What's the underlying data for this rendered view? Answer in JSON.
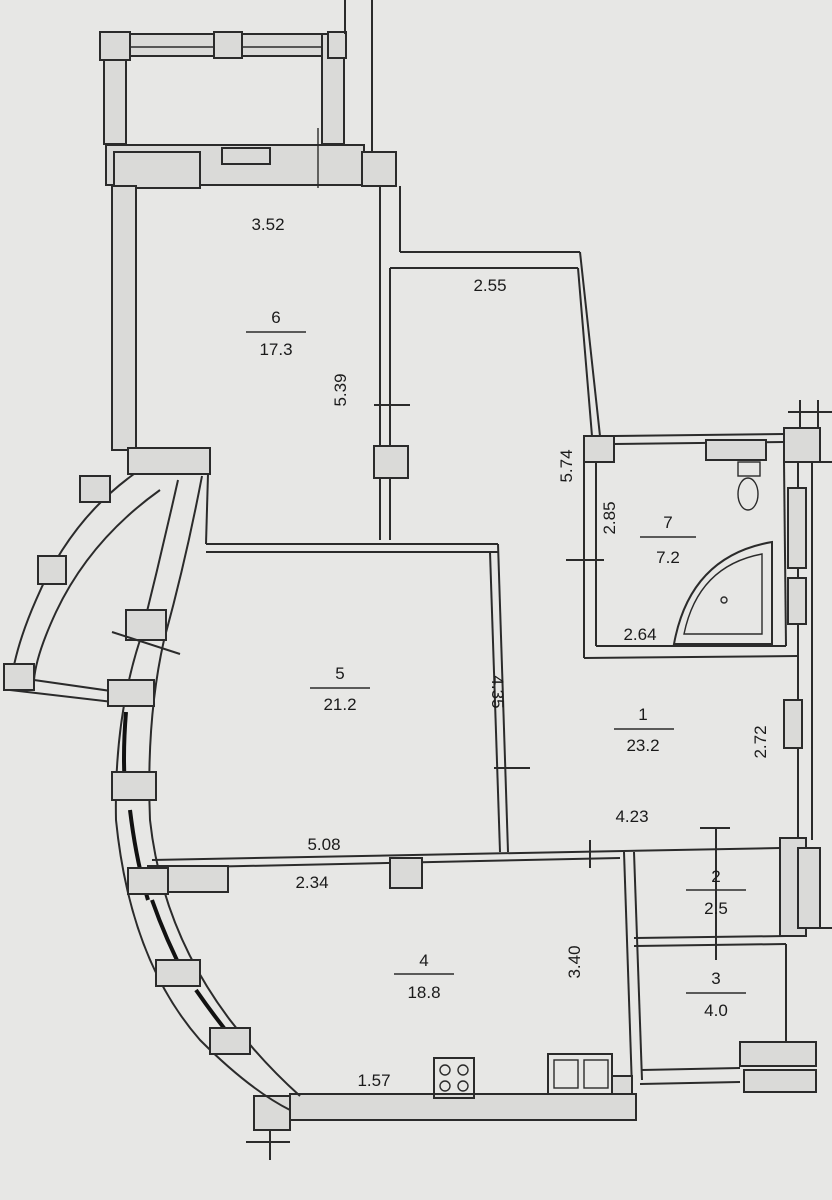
{
  "rooms": [
    {
      "id": "6",
      "number": "6",
      "area": "17.3"
    },
    {
      "id": "5",
      "number": "5",
      "area": "21.2"
    },
    {
      "id": "1",
      "number": "1",
      "area": "23.2"
    },
    {
      "id": "7",
      "number": "7",
      "area": "7.2"
    },
    {
      "id": "4",
      "number": "4",
      "area": "18.8"
    },
    {
      "id": "2",
      "number": "2",
      "area": "2.5"
    },
    {
      "id": "3",
      "number": "3",
      "area": "4.0"
    }
  ],
  "dimensions": {
    "d_3_52": "3.52",
    "d_5_39": "5.39",
    "d_2_55": "2.55",
    "d_5_74": "5.74",
    "d_2_85": "2.85",
    "d_2_64": "2.64",
    "d_4_35": "4.35",
    "d_2_72": "2.72",
    "d_4_23": "4.23",
    "d_5_08": "5.08",
    "d_2_34": "2.34",
    "d_3_40": "3.40",
    "d_1_57": "1.57"
  },
  "colors": {
    "paper": "#e7e7e5",
    "wall_fill": "#dadad8",
    "ink": "#2b2b2b"
  }
}
